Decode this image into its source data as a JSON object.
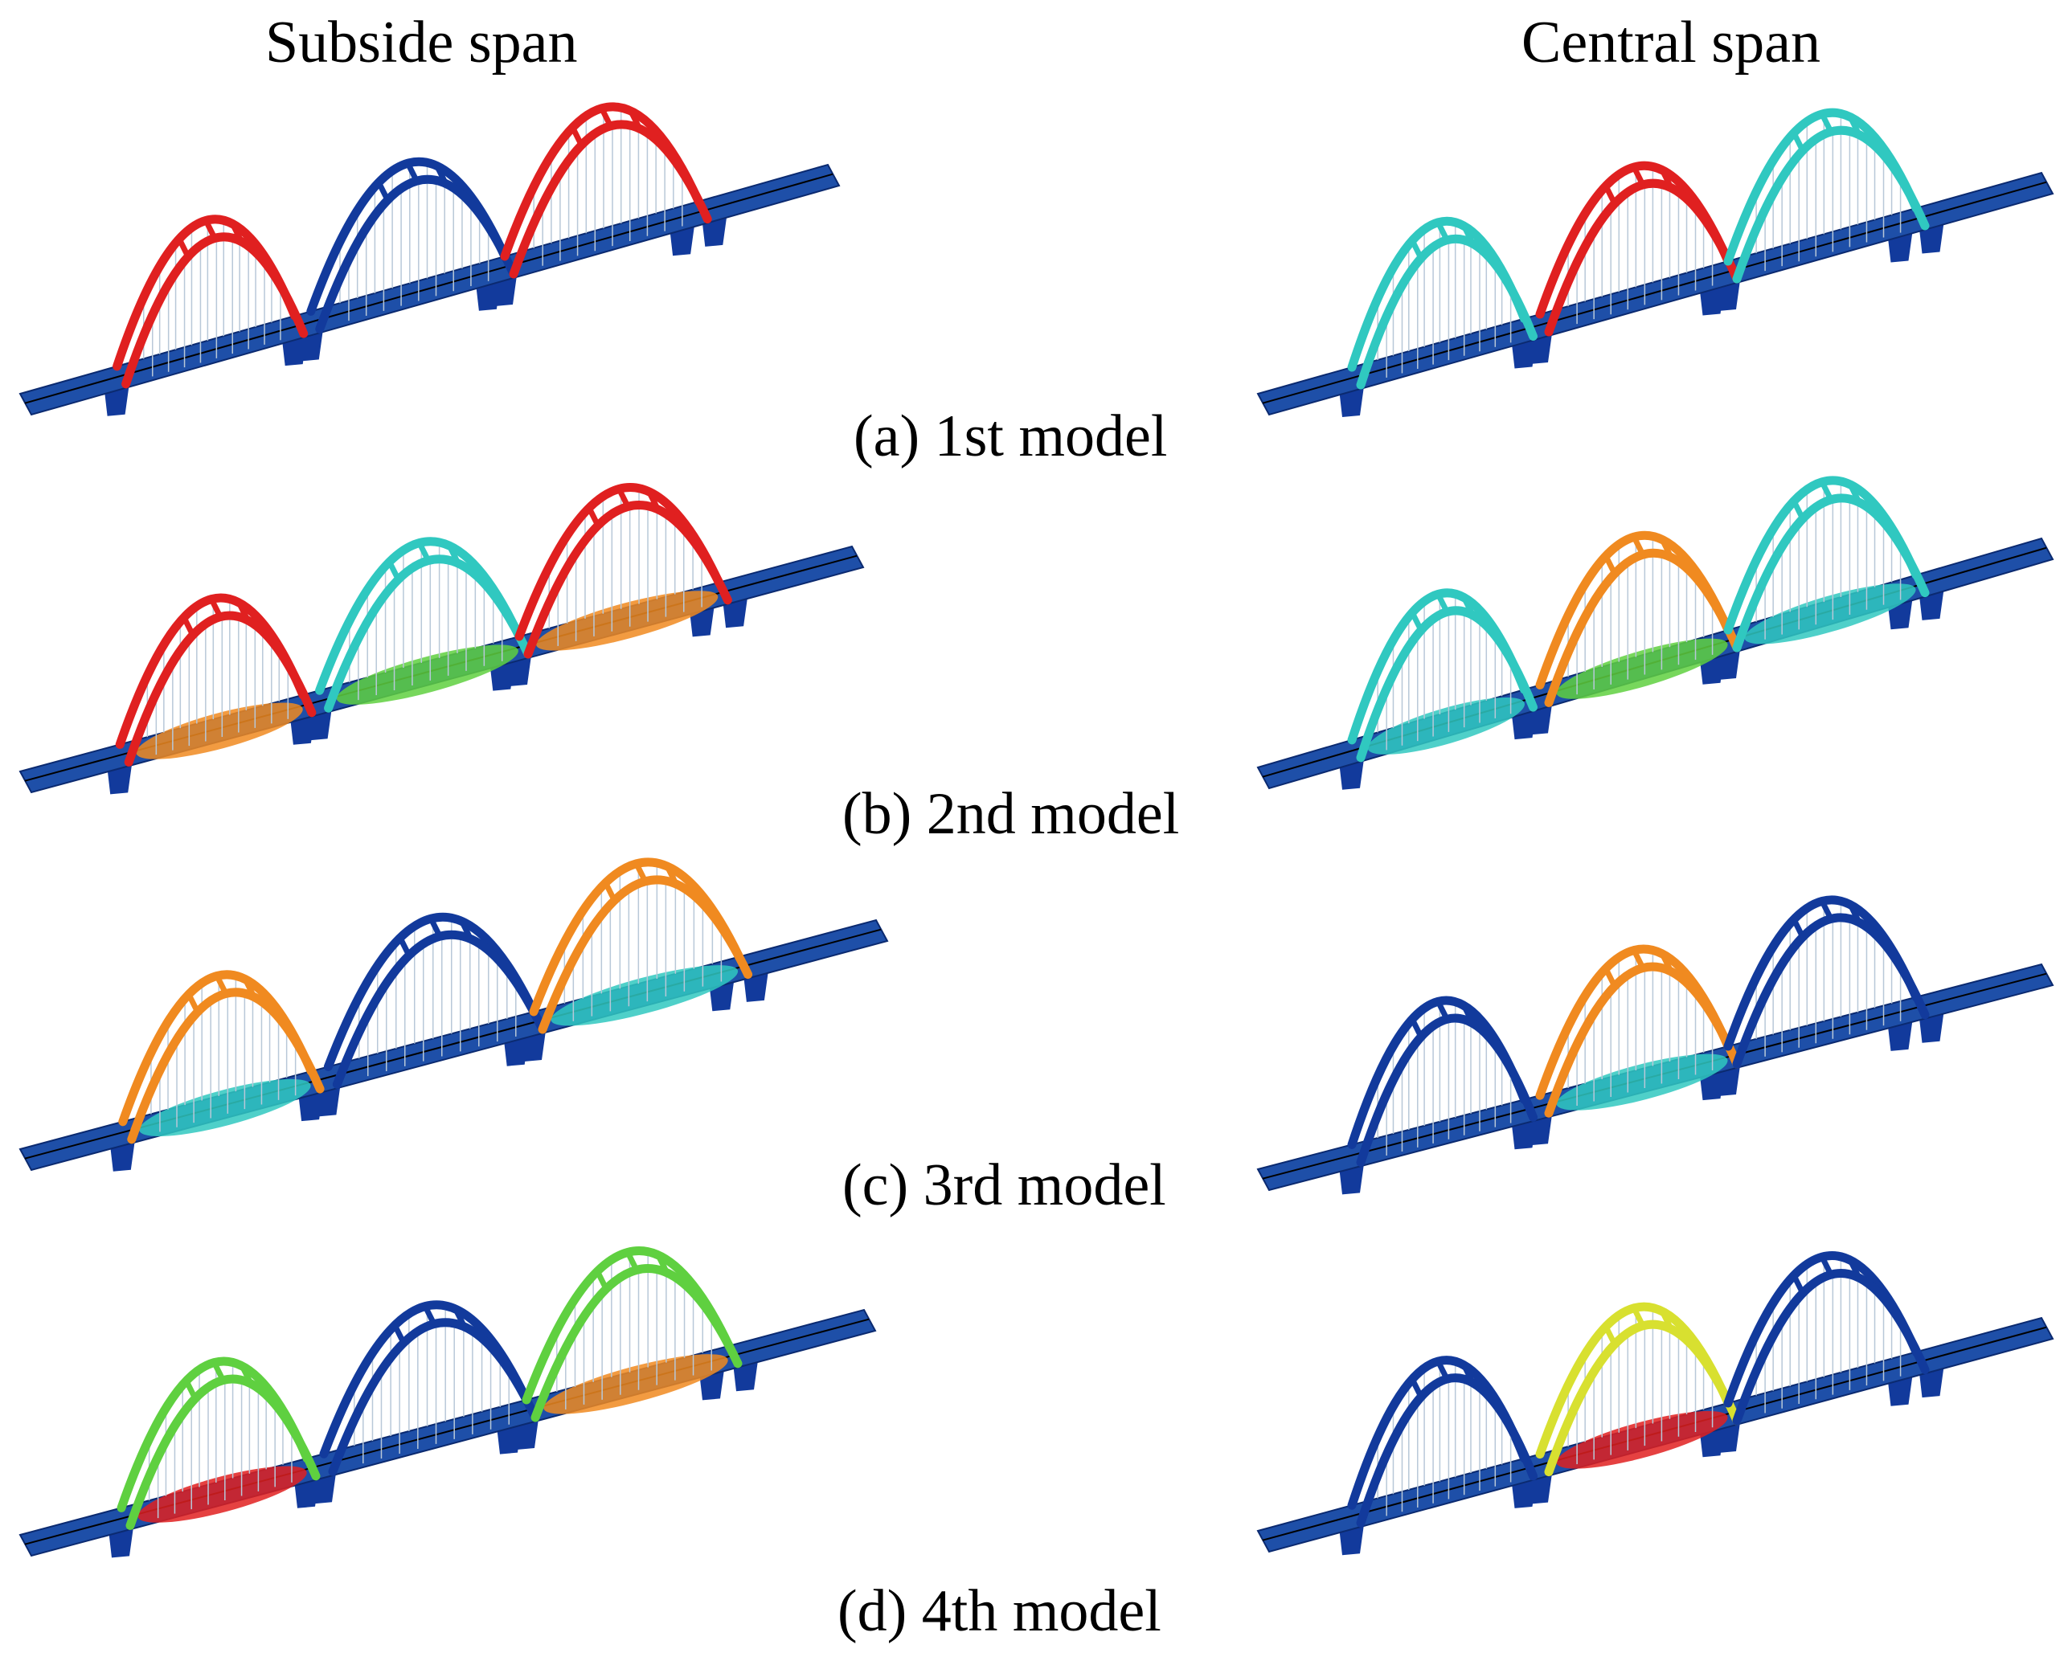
{
  "headings": {
    "left": "Subside span",
    "right": "Central span"
  },
  "captions": {
    "a": "(a) 1st model",
    "b": "(b) 2nd model",
    "c": "(c) 3rd model",
    "d": "(d) 4th model"
  },
  "colors": {
    "base": "#123a9c",
    "deck": "#1e4fa8",
    "hanger": "#b8c8d8",
    "scale": [
      "#123a9c",
      "#2a8fd0",
      "#30c8c0",
      "#5fd040",
      "#d8e030",
      "#f08a20",
      "#e02020"
    ]
  },
  "panels": [
    {
      "mode": "(a) 1st model",
      "span": "Subside span",
      "arch_levels": [
        0.97,
        0.05,
        0.97
      ],
      "deck_levels": [
        0,
        0,
        0
      ]
    },
    {
      "mode": "(a) 1st model",
      "span": "Central span",
      "arch_levels": [
        0.25,
        0.97,
        0.3
      ],
      "deck_levels": [
        0,
        0,
        0
      ]
    },
    {
      "mode": "(b) 2nd model",
      "span": "Subside span",
      "arch_levels": [
        0.95,
        0.25,
        0.95
      ],
      "deck_levels": [
        0.85,
        0.5,
        0.85
      ]
    },
    {
      "mode": "(b) 2nd model",
      "span": "Central span",
      "arch_levels": [
        0.3,
        0.85,
        0.3
      ],
      "deck_levels": [
        0.25,
        0.55,
        0.25
      ]
    },
    {
      "mode": "(c) 3rd model",
      "span": "Subside span",
      "arch_levels": [
        0.8,
        0.02,
        0.8
      ],
      "deck_levels": [
        0.35,
        0,
        0.35
      ]
    },
    {
      "mode": "(c) 3rd model",
      "span": "Central span",
      "arch_levels": [
        0.05,
        0.85,
        0.05
      ],
      "deck_levels": [
        0,
        0.3,
        0
      ]
    },
    {
      "mode": "(d) 4th model",
      "span": "Subside span",
      "arch_levels": [
        0.55,
        0.02,
        0.55
      ],
      "deck_levels": [
        0.95,
        0,
        0.85
      ]
    },
    {
      "mode": "(d) 4th model",
      "span": "Central span",
      "arch_levels": [
        0.05,
        0.6,
        0.05
      ],
      "deck_levels": [
        0,
        0.97,
        0
      ]
    }
  ]
}
